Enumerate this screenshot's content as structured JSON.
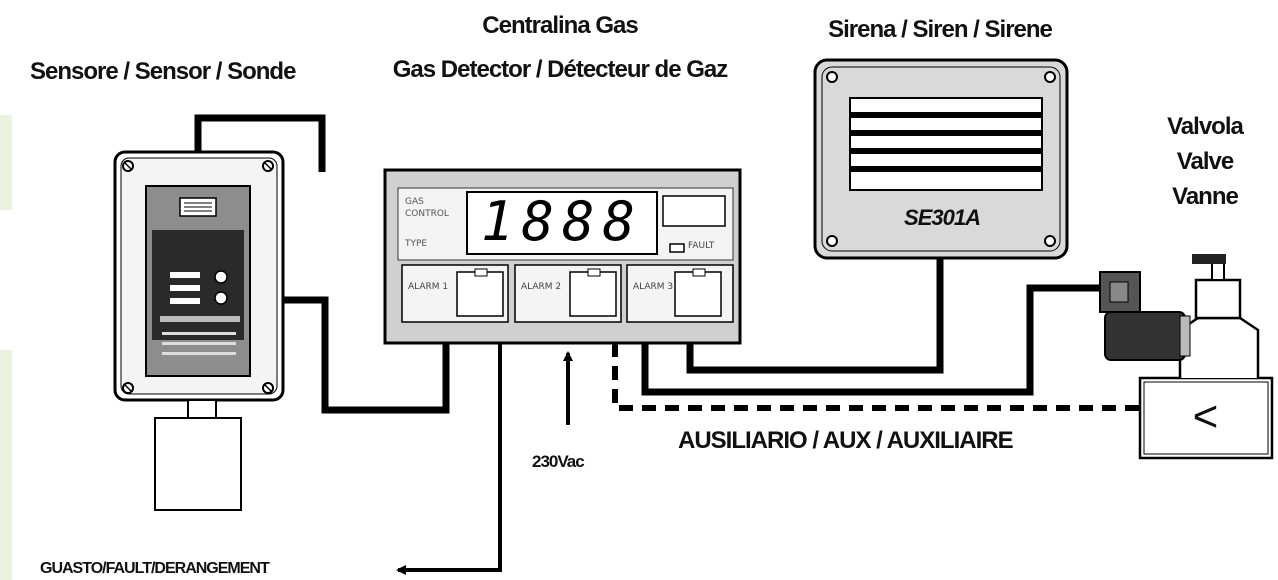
{
  "sensor": {
    "title": "Sensore / Sensor / Sonde"
  },
  "detector": {
    "title_line1": "Centralina Gas",
    "title_line2": "Gas Detector / Détecteur de Gaz",
    "display": "1888",
    "panel_label": "FAULT",
    "alarms": [
      "ALARM 1",
      "ALARM 2",
      "ALARM 3"
    ]
  },
  "siren": {
    "title": "Sirena / Siren / Sirene",
    "model": "SE301A"
  },
  "valve": {
    "title_lines": [
      "Valvola",
      "Valve",
      "Vanne"
    ],
    "symbol": "<"
  },
  "labels": {
    "power": "230Vac",
    "aux": "AUSILIARIO / AUX / AUXILIAIRE",
    "fault": "GUASTO/FAULT/DERANGEMENT"
  }
}
